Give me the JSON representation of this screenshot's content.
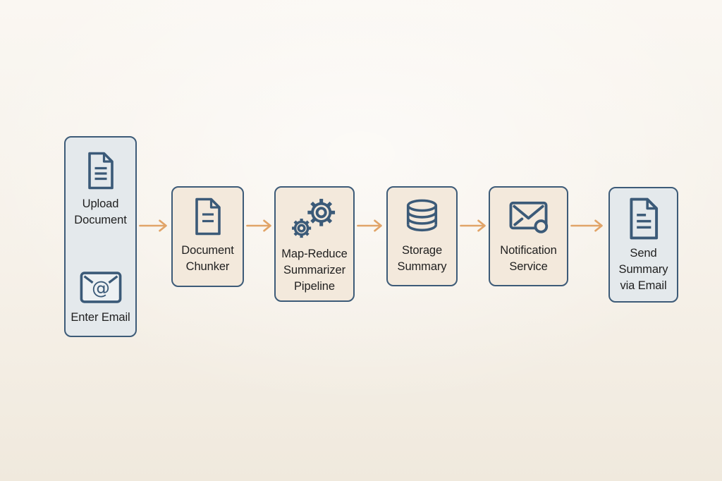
{
  "colors": {
    "bg": "#f6f1e9",
    "node-border": "#3d5b78",
    "blue-fill": "#e4e9ec",
    "tan-fill": "#f3e9dc",
    "icon": "#3b5a78",
    "arrow": "#e1a468",
    "text": "#1f1f1f",
    "env-fill": "#edf1f3"
  },
  "diagram": {
    "type": "flowchart",
    "direction": "left-to-right",
    "nodes": [
      {
        "id": "input",
        "variant": "blue",
        "items": [
          {
            "icon": "document-icon",
            "label": "Upload Document"
          },
          {
            "icon": "email-at-icon",
            "label": "Enter Email"
          }
        ]
      },
      {
        "id": "document-chunker",
        "variant": "tan",
        "icon": "document-icon",
        "label": "Document Chunker"
      },
      {
        "id": "map-reduce-summarizer-pipeline",
        "variant": "tan",
        "icon": "gears-icon",
        "label": "Map-Reduce Summarizer Pipeline"
      },
      {
        "id": "storage-summary",
        "variant": "tan",
        "icon": "database-icon",
        "label": "Storage Summary"
      },
      {
        "id": "notification-service",
        "variant": "tan",
        "icon": "mail-notification-icon",
        "label": "Notification Service"
      },
      {
        "id": "send-summary-via-email",
        "variant": "blue",
        "icon": "document-icon",
        "label": "Send Summary via Email"
      }
    ],
    "connections": [
      {
        "from": "input",
        "to": "document-chunker"
      },
      {
        "from": "document-chunker",
        "to": "map-reduce-summarizer-pipeline"
      },
      {
        "from": "map-reduce-summarizer-pipeline",
        "to": "storage-summary"
      },
      {
        "from": "storage-summary",
        "to": "notification-service"
      },
      {
        "from": "notification-service",
        "to": "send-summary-via-email"
      }
    ]
  }
}
